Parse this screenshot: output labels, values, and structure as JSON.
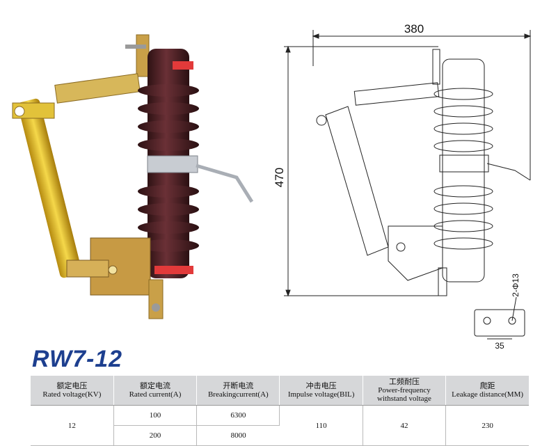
{
  "model": "RW7-12",
  "drawing": {
    "width_dim": "380",
    "height_dim": "470",
    "hole_dim": "2-Φ13",
    "spacing_dim": "35"
  },
  "table": {
    "headers": [
      {
        "zh": "额定电压",
        "en": "Rated voltage(KV)"
      },
      {
        "zh": "额定电流",
        "en": "Rated current(A)"
      },
      {
        "zh": "开断电流",
        "en": "Breakingcurrent(A)"
      },
      {
        "zh": "冲击电压",
        "en": "Impulse voltage(BIL)"
      },
      {
        "zh": "工频耐压",
        "en": "Power-frequency withstand voltage"
      },
      {
        "zh": "爬距",
        "en": "Leakage distance(MM)"
      }
    ],
    "rated_voltage": "12",
    "rated_current": [
      "100",
      "200"
    ],
    "breaking_current": [
      "6300",
      "8000"
    ],
    "impulse_voltage": "110",
    "power_frequency": "42",
    "leakage_distance": "230"
  },
  "colors": {
    "insulator": "#4a1f22",
    "tube": "#e8c22a",
    "bracket": "#c9a048",
    "title": "#1d3f8f",
    "header_bg": "#d6d7d9"
  }
}
